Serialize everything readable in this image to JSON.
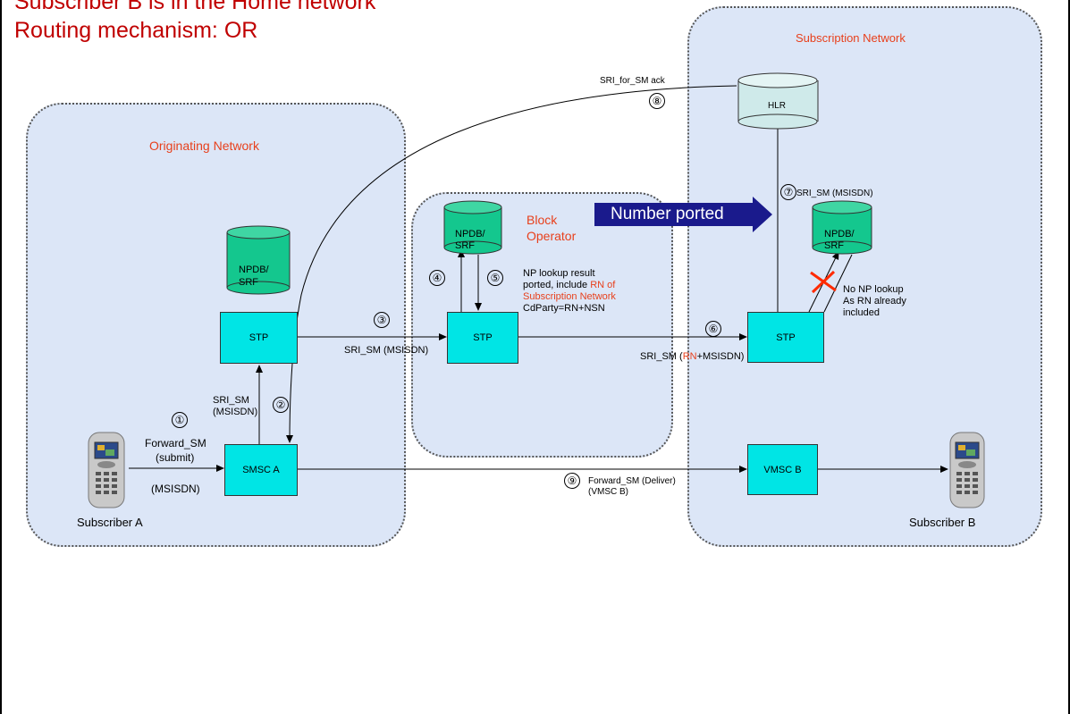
{
  "title": {
    "line1": "Subscriber B is in the Home network",
    "line2": "Routing mechanism: OR"
  },
  "regions": {
    "originating": "Originating Network",
    "block_operator": "Block Operator",
    "subscription": "Subscription Network"
  },
  "nodes": {
    "npdb_orig": "NPDB/ SRF",
    "npdb_block": "NPDB/ SRF",
    "npdb_sub": "NPDB/ SRF",
    "hlr": "HLR",
    "stp_orig": "STP",
    "stp_block": "STP",
    "stp_sub": "STP",
    "smsc_a": "SMSC A",
    "vmsc_b": "VMSC B"
  },
  "subscribers": {
    "a": "Subscriber A",
    "b": "Subscriber B"
  },
  "banner": "Number ported",
  "steps": {
    "s1": "①",
    "s2": "②",
    "s3": "③",
    "s4": "④",
    "s5": "⑤",
    "s6": "⑥",
    "s7": "⑦",
    "s8": "⑧",
    "s9": "⑨"
  },
  "messages": {
    "forward_sm": "Forward_SM",
    "submit": "(submit)",
    "msisdn_a": "(MSISDN)",
    "sri_sm_stp_1": "SRI_SM",
    "sri_sm_stp_2": "(MSISDN)",
    "sri_sm_block": "SRI_SM (MSISDN)",
    "np_result_1": "NP lookup result",
    "np_result_2a": "ported, include ",
    "np_result_2b": "RN of",
    "np_result_3": "Subscription Network",
    "np_result_4": "CdParty=RN+NSN",
    "sri_sm_rn_a": "SRI_SM (",
    "sri_sm_rn_b": "RN",
    "sri_sm_rn_c": "+MSISDN)",
    "sri_sm_hlr": "SRI_SM (MSISDN)",
    "no_np_1": "No NP lookup",
    "no_np_2": "As RN already",
    "no_np_3": "included",
    "sri_ack": "SRI_for_SM ack",
    "deliver_1": "Forward_SM (Deliver)",
    "deliver_2": "(VMSC B)"
  },
  "colors": {
    "title": "#c00000",
    "region_label": "#e8401c",
    "region_fill": "#dce6f7",
    "node_fill": "#00e5e5",
    "db_fill": "#14c78e",
    "hlr_fill": "#cfeaea",
    "banner_fill": "#1a1a8c"
  }
}
